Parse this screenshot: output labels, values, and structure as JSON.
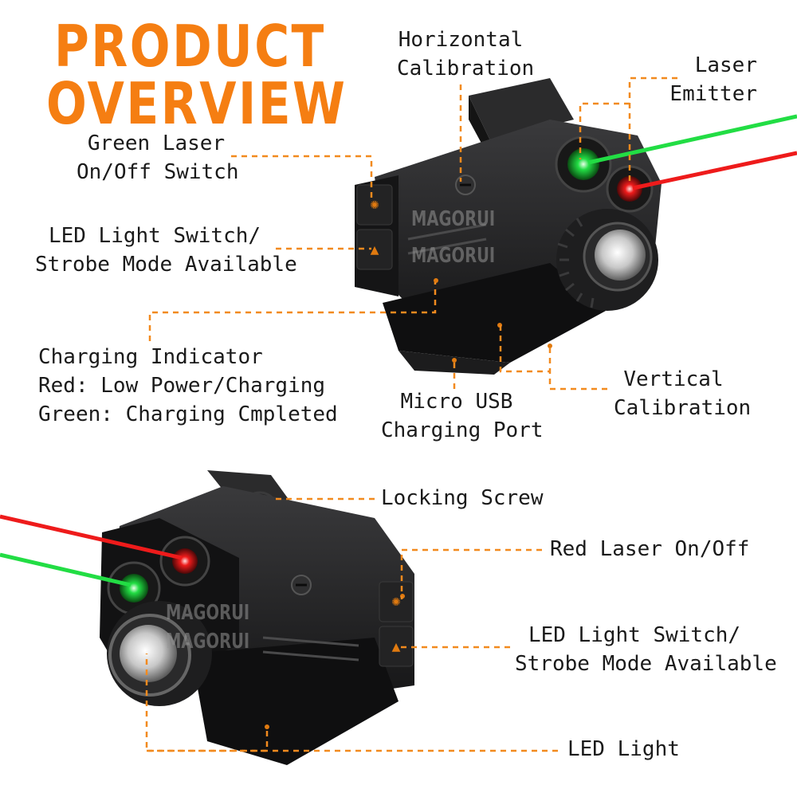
{
  "title": {
    "line1": "PRODUCT",
    "line2": "OVERVIEW"
  },
  "colors": {
    "title": "#f57e12",
    "leader_line": "#f28a1e",
    "label_text": "#1a1a1a",
    "green_beam": "#22dd44",
    "red_beam": "#ee1b1b",
    "device_body": "#1b1b1c"
  },
  "watermark": "MAGORUI",
  "top_device": {
    "labels": {
      "horizontal_calibration": [
        "Horizontal",
        "Calibration"
      ],
      "laser_emitter": [
        "Laser",
        "Emitter"
      ],
      "green_laser_switch": [
        "Green Laser",
        "On/Off Switch"
      ],
      "led_switch": [
        "LED Light Switch/",
        "Strobe Mode Available"
      ],
      "charging_indicator": [
        "Charging Indicator",
        "Red: Low Power/Charging",
        "Green: Charging Cmpleted"
      ],
      "micro_usb": [
        "Micro USB",
        "Charging Port"
      ],
      "vertical_calibration": [
        "Vertical",
        "Calibration"
      ]
    }
  },
  "bottom_device": {
    "labels": {
      "locking_screw": "Locking Screw",
      "red_laser_switch": "Red Laser On/Off",
      "led_switch": [
        "LED Light Switch/",
        "Strobe Mode Available"
      ],
      "led_light": "LED Light"
    }
  }
}
